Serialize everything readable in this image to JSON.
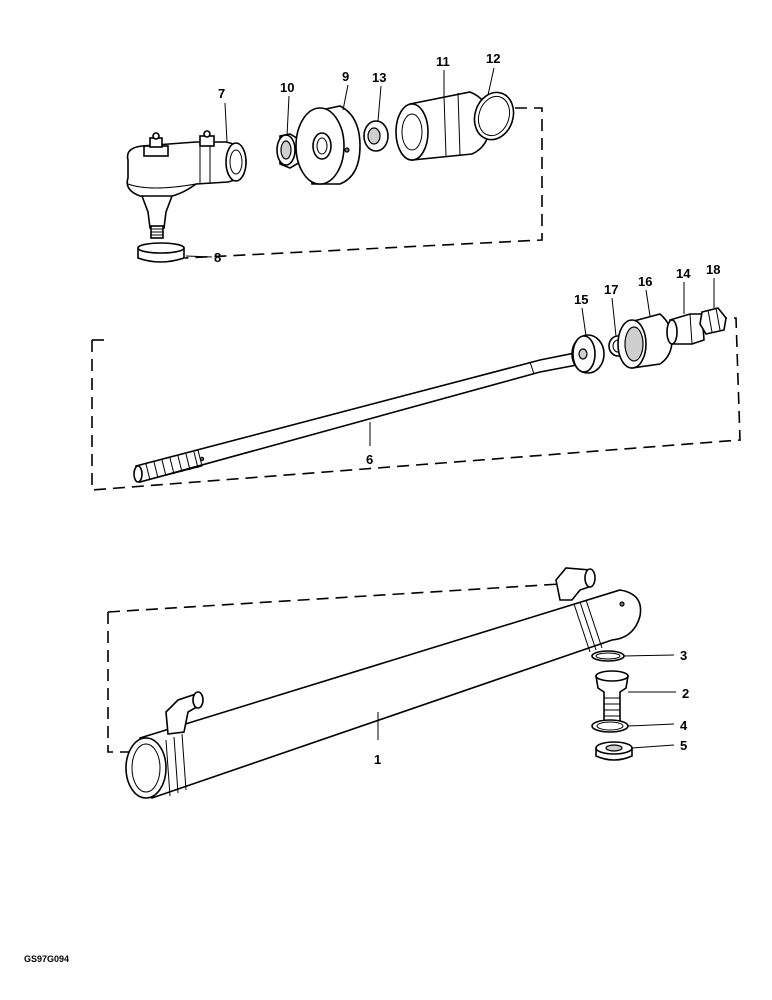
{
  "figure_code": "GS97G094",
  "parts": {
    "p1": "1",
    "p2": "2",
    "p3": "3",
    "p4": "4",
    "p5": "5",
    "p6": "6",
    "p7": "7",
    "p8": "8",
    "p9": "9",
    "p10": "10",
    "p11": "11",
    "p12": "12",
    "p13": "13",
    "p14": "14",
    "p15": "15",
    "p16": "16",
    "p17": "17",
    "p18": "18"
  }
}
